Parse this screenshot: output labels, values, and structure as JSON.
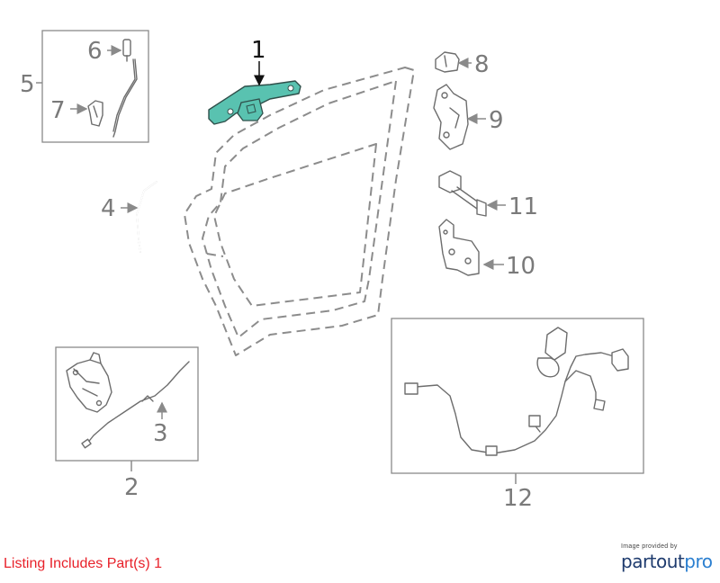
{
  "callouts": {
    "c1": "1",
    "c2": "2",
    "c3": "3",
    "c4": "4",
    "c5": "5",
    "c6": "6",
    "c7": "7",
    "c8": "8",
    "c9": "9",
    "c10": "10",
    "c11": "11",
    "c12": "12"
  },
  "highlight_color": "#59c2b0",
  "footer_note": "Listing Includes Part(s) 1",
  "credit": {
    "small": "Image provided by",
    "brand_a": "partout",
    "brand_b": "pro"
  }
}
